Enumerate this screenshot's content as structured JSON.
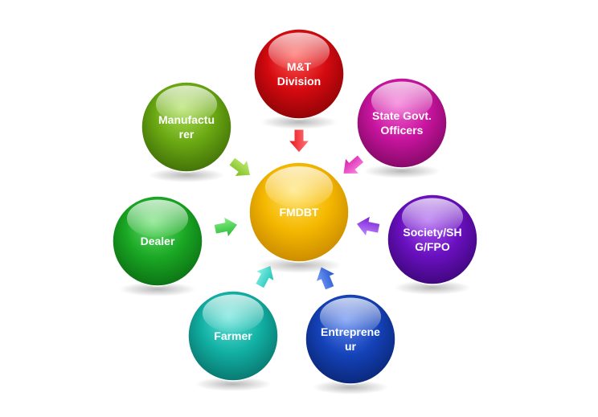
{
  "diagram": {
    "center": {
      "id": "fmdbt",
      "lines": [
        "FMDBT"
      ],
      "color": "#f5b800",
      "light": "#ffe36b",
      "dark": "#c98a00"
    },
    "nodes": [
      {
        "id": "mt-division",
        "lines": [
          "M&T",
          "Division"
        ],
        "color": "#d40a10",
        "light": "#ff5a55",
        "dark": "#8e0306",
        "arrow_color": "#e8101a",
        "arrow_light": "#ff7d7d"
      },
      {
        "id": "state-govt-officers",
        "lines": [
          "State Govt.",
          "Officers"
        ],
        "color": "#c8149e",
        "light": "#f266d2",
        "dark": "#820966",
        "arrow_color": "#d21aa8",
        "arrow_light": "#ff8ce6"
      },
      {
        "id": "society-shg-fpo",
        "lines": [
          "Society/SH",
          "G/FPO"
        ],
        "color": "#6a10c0",
        "light": "#a95af0",
        "dark": "#3e067a",
        "arrow_color": "#7818d2",
        "arrow_light": "#c08cff"
      },
      {
        "id": "entrepreneur",
        "lines": [
          "Entreprene",
          "ur"
        ],
        "color": "#1442b8",
        "light": "#5c86f0",
        "dark": "#0a2778",
        "arrow_color": "#1e50c8",
        "arrow_light": "#7aa2ff"
      },
      {
        "id": "farmer",
        "lines": [
          "Farmer"
        ],
        "color": "#12b0a4",
        "light": "#66e4da",
        "dark": "#08766e",
        "arrow_color": "#1ac0b4",
        "arrow_light": "#8ef4ea"
      },
      {
        "id": "dealer",
        "lines": [
          "Dealer"
        ],
        "color": "#1aa824",
        "light": "#6ce072",
        "dark": "#0c7014",
        "arrow_color": "#22b82c",
        "arrow_light": "#8cf08e"
      },
      {
        "id": "manufacturer",
        "lines": [
          "Manufactu",
          "rer"
        ],
        "color": "#6aa812",
        "light": "#aee05c",
        "dark": "#417008",
        "arrow_color": "#7ab81a",
        "arrow_light": "#c2f07a"
      }
    ]
  }
}
